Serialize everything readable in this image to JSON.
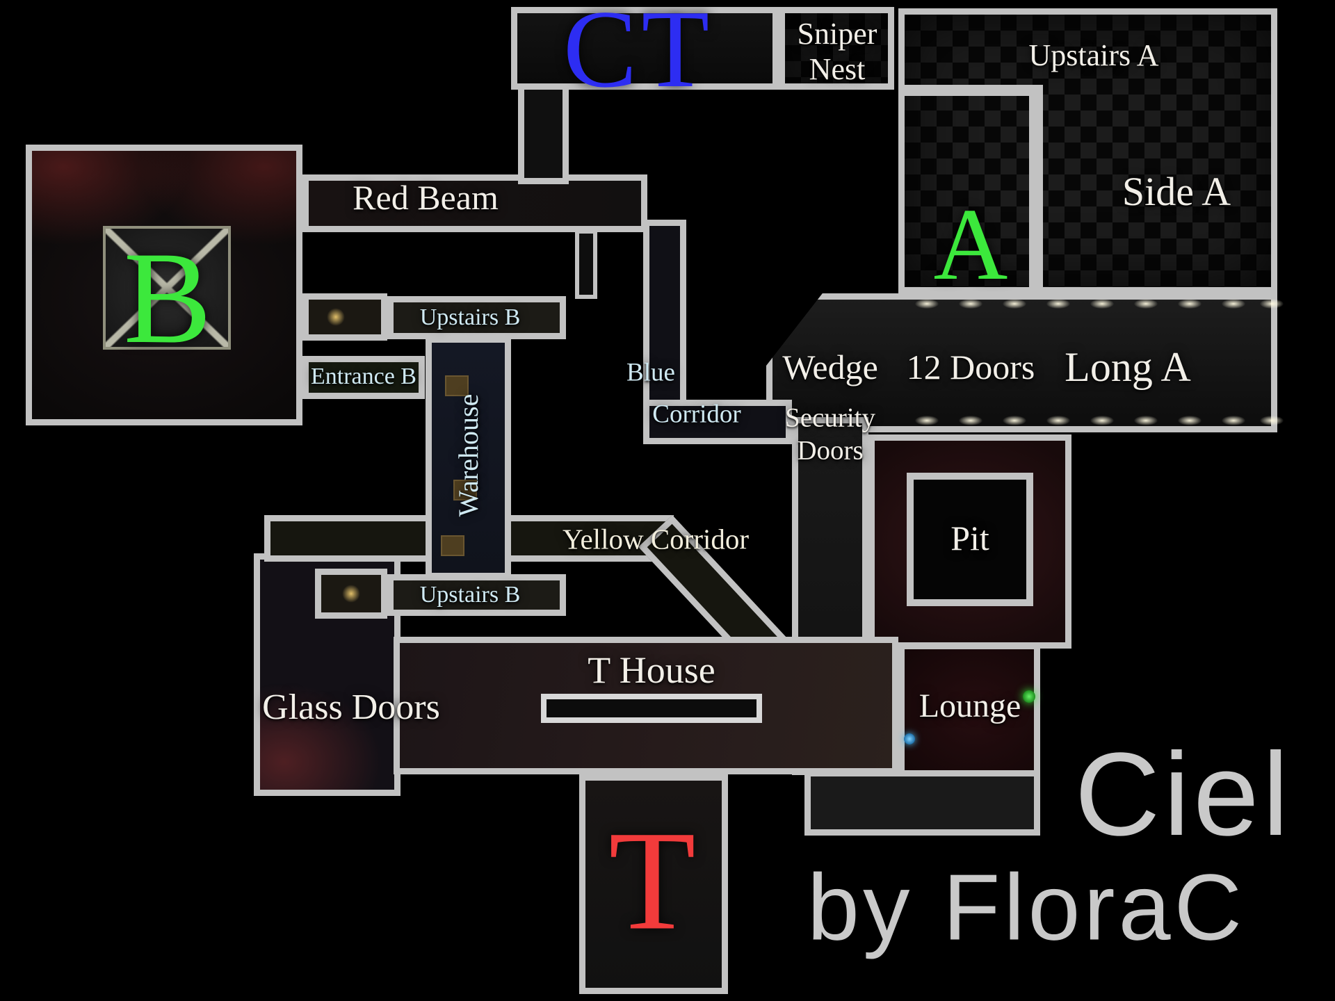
{
  "palette": {
    "wall_gray": "#c2c2c2",
    "label_white": "#f2efe8",
    "label_cyan": "#cfe9f2",
    "ct_blue": "#2d2df2",
    "site_green": "#3ce83c",
    "t_red": "#f23b3b",
    "watermark_gray": "#c9c9c9"
  },
  "markers": {
    "ct": "CT",
    "site_a": "A",
    "site_b": "B",
    "t_spawn": "T"
  },
  "areas": {
    "red_beam": "Red Beam",
    "sniper_nest": {
      "line1": "Sniper",
      "line2": "Nest"
    },
    "upstairs_a": "Upstairs A",
    "side_a": "Side A",
    "wedge": "Wedge",
    "twelve_doors": "12 Doors",
    "long_a": "Long A",
    "security_doors": {
      "line1": "Security",
      "line2": "Doors"
    },
    "pit": "Pit",
    "blue_corridor": {
      "line1": "Blue",
      "line2": "Corridor"
    },
    "yellow_corridor": "Yellow Corridor",
    "warehouse": "Warehouse",
    "upstairs_b_top": "Upstairs B",
    "upstairs_b_bottom": "Upstairs B",
    "entrance_b": "Entrance B",
    "t_house": "T House",
    "glass_doors": "Glass Doors",
    "lounge": "Lounge"
  },
  "watermark": {
    "title": "Ciel",
    "credit": "by FloraC"
  }
}
